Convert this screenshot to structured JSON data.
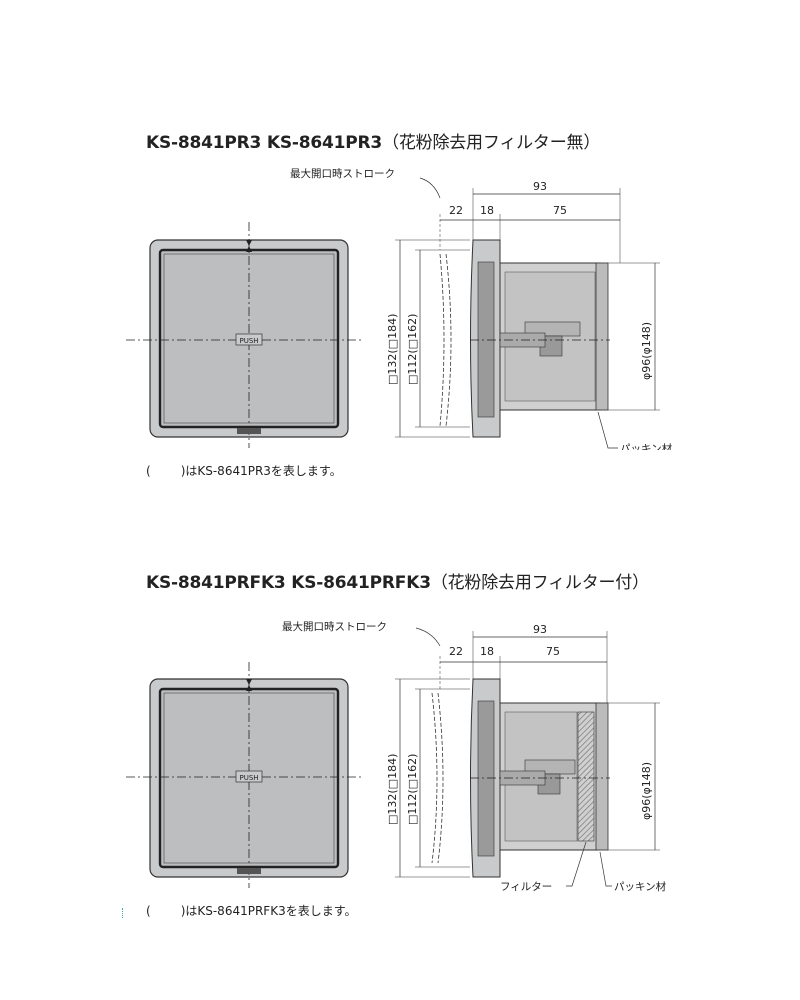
{
  "sections": [
    {
      "title_models": "KS-8841PR3  KS-8641PR3",
      "title_note": "（花粉除去用フィルター無）",
      "stroke_label": "最大開口時ストローク",
      "dims": {
        "d93": "93",
        "d22": "22",
        "d18": "18",
        "d75": "75"
      },
      "vertical_dims": {
        "outer": "□132(□184)",
        "inner": "□112(□162)",
        "duct": "φ96(φ148)"
      },
      "push_label": "PUSH",
      "part_labels": {
        "gasket": "パッキン材"
      },
      "note_open": "(",
      "note_text": ")はKS-8641PR3を表します。"
    },
    {
      "title_models": "KS-8841PRFK3  KS-8641PRFK3",
      "title_note": "（花粉除去用フィルター付）",
      "stroke_label": "最大開口時ストローク",
      "dims": {
        "d93": "93",
        "d22": "22",
        "d18": "18",
        "d75": "75"
      },
      "vertical_dims": {
        "outer": "□132(□184)",
        "inner": "□112(□162)",
        "duct": "φ96(φ148)"
      },
      "push_label": "PUSH",
      "part_labels": {
        "filter": "フィルター",
        "gasket": "パッキン材"
      },
      "note_open": "(",
      "note_text": ")はKS-8641PRFK3を表します。"
    }
  ],
  "colors": {
    "panel_fill": "#c9cacc",
    "panel_inner": "#bdbebf",
    "stroke": "#333333",
    "filter_hatch": "#777777"
  }
}
